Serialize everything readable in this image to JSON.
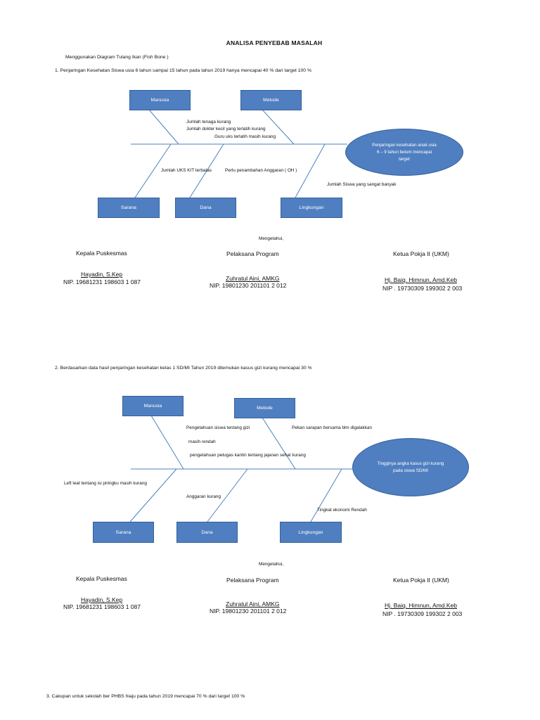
{
  "document": {
    "title": "ANALISA PENYEBAB MASALAH",
    "intro": "Menggunakan Diagram Tulang Ikan (Fish Bone )"
  },
  "section1": {
    "heading": "1.    Penjaringan Kesehatan Siswa usia  6 tahun sampai  15 tahun pada tahun 2019 hanya mencapai 40 % dari target 100 %",
    "boxes": {
      "manusia": "Manusia",
      "metode": "Metode",
      "sarana": "Sarana",
      "dana": "Dana",
      "lingkungan": "Lingkungan"
    },
    "effect": "Penjaringan kesehatan anak usia\n6 – 9 tahun belum mencapai\ntarget",
    "causes": {
      "c1": "Jumlah tenaga kurang",
      "c2": "Jumlah dokter kecil yang terlatih kurang",
      "c3": "Guru uks terlatih masih kurang",
      "c4": "Jumlah UKS KIT terbatas",
      "c5": "Perlu penambahan Anggaran ( OH )",
      "c6": "Jumlah Siswa yang sangat banyak"
    }
  },
  "section2": {
    "heading": "2.    Berdasarkan data hasil penjaringan kesehatan kelas  1 SD/MI Tahun 2019 ditemukan kasus  gizi kurang  mencapai 30 %",
    "boxes": {
      "manusia": "Manusia",
      "metode": "Metode",
      "sarana": "Sarana",
      "dana": "Dana",
      "lingkungan": "Lingkungan"
    },
    "effect": "Tingginya angka kasus gizi kurang\npada siswa SD/MI",
    "causes": {
      "c1": "Pengetahuan siswa tentang gizi",
      "c2": "masih rendah",
      "c3": "pengetahuan petugas kantin tentang jajanan sehat kurang",
      "c4": "Pekan sarapan bersama blm digalakkan",
      "c5": "Left leat tentang isi piringku masih kurang",
      "c6": "Anggaran kurang",
      "c7": "Tingkat ekonomi Rendah"
    }
  },
  "signatures": {
    "mengetahui": "Mengetahui,",
    "left": {
      "role": "Kepala Puskesmas",
      "name": "Hayadin, S.Kep",
      "nip": "NIP. 19681231 198603 1 087"
    },
    "middle": {
      "role": "Pelaksana Program",
      "name": "Zuhratul Aini, AMKG",
      "nip": "NIP. 19801230 201101 2 012"
    },
    "right": {
      "role": "Ketua Pokja II (UKM)",
      "name": "Hj. Baiq. Himnun, Amd.Keb",
      "nip": "NIP . 19730309 199302 2 003"
    }
  },
  "section3": {
    "heading": "3.   Cakupan untuk sekolah ber PHBS hiaju  pada tahun 2019 mencapai 70 % dari target   100 %"
  },
  "colors": {
    "box_fill": "#4f7fc0",
    "box_border": "#35609c",
    "line": "#4f7fc0"
  }
}
